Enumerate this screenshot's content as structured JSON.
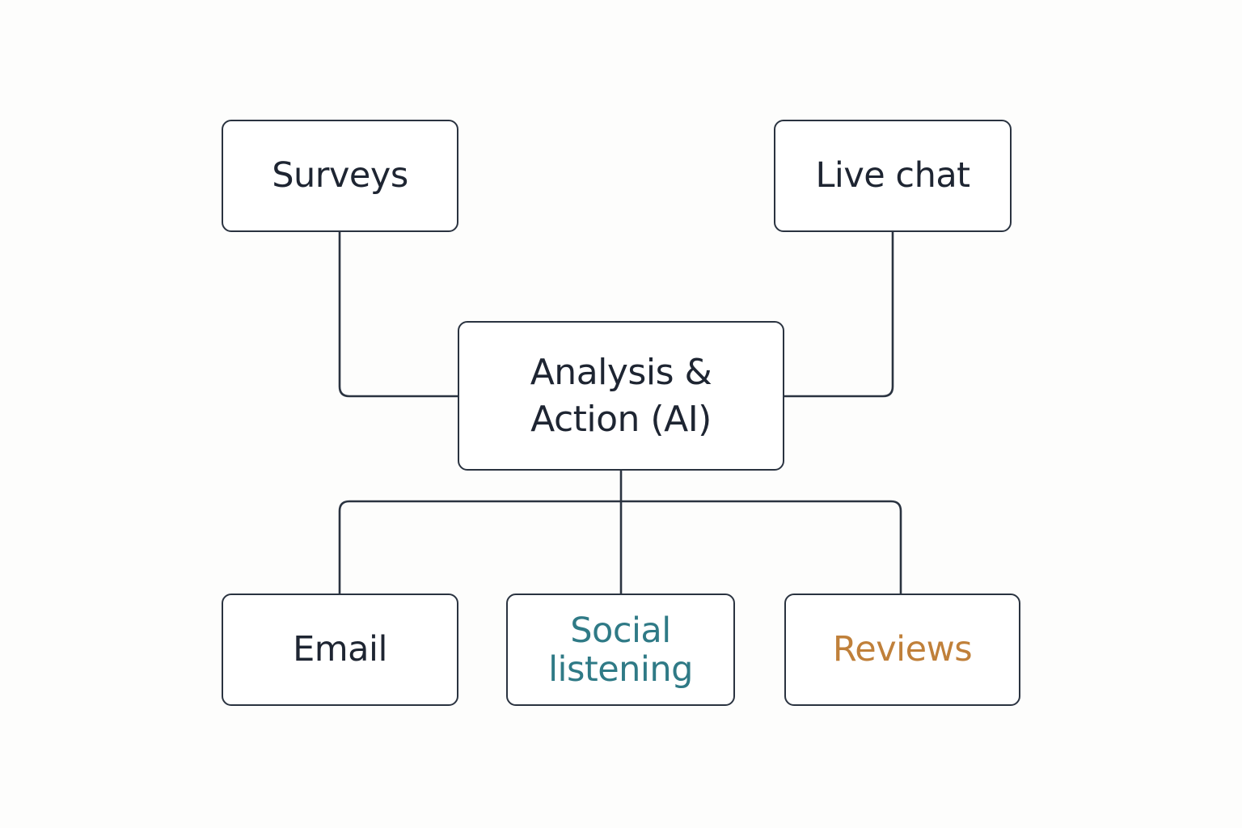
{
  "diagram": {
    "colors": {
      "border": "#2a3340",
      "line": "#2a3340",
      "text": "#1e2532",
      "social": "#2f7a86",
      "reviews": "#c0803a",
      "background": "#fdfdfc"
    },
    "nodes": {
      "surveys": {
        "label": "Surveys"
      },
      "live_chat": {
        "label": "Live chat"
      },
      "center": {
        "label_line1": "Analysis &",
        "label_line2": "Action (AI)"
      },
      "email": {
        "label": "Email"
      },
      "social": {
        "label_line1": "Social",
        "label_line2": "listening"
      },
      "reviews": {
        "label": "Reviews"
      }
    }
  }
}
